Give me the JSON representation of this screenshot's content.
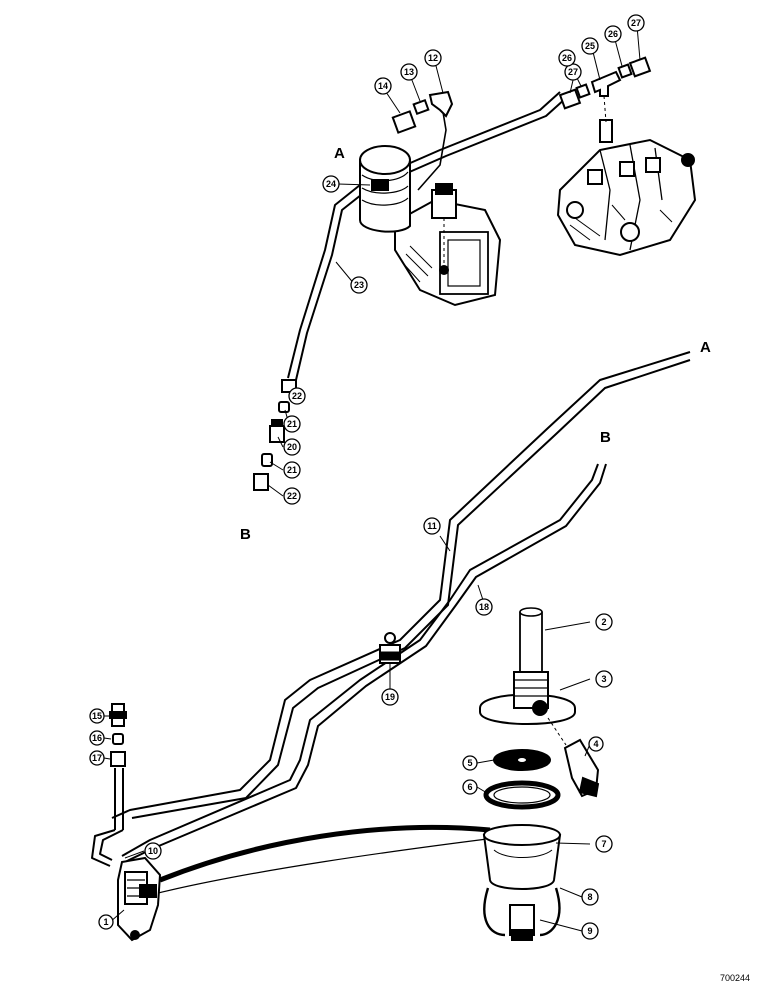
{
  "figure_number": "700244",
  "line_letters": {
    "a_top": "A",
    "b_left": "B",
    "a_right": "A",
    "b_right": "B"
  },
  "callouts": {
    "c1": "1",
    "c2": "2",
    "c3": "3",
    "c4": "4",
    "c5": "5",
    "c6": "6",
    "c7": "7",
    "c8": "8",
    "c9": "9",
    "c10": "10",
    "c11": "11",
    "c12": "12",
    "c13": "13",
    "c14": "14",
    "c15": "15",
    "c16": "16",
    "c17": "17",
    "c18": "18",
    "c19": "19",
    "c20": "20",
    "c21a": "21",
    "c21b": "21",
    "c22a": "22",
    "c22b": "22",
    "c23": "23",
    "c24": "24",
    "c25": "25",
    "c26a": "26",
    "c26b": "26",
    "c27a": "27",
    "c27b": "27"
  }
}
